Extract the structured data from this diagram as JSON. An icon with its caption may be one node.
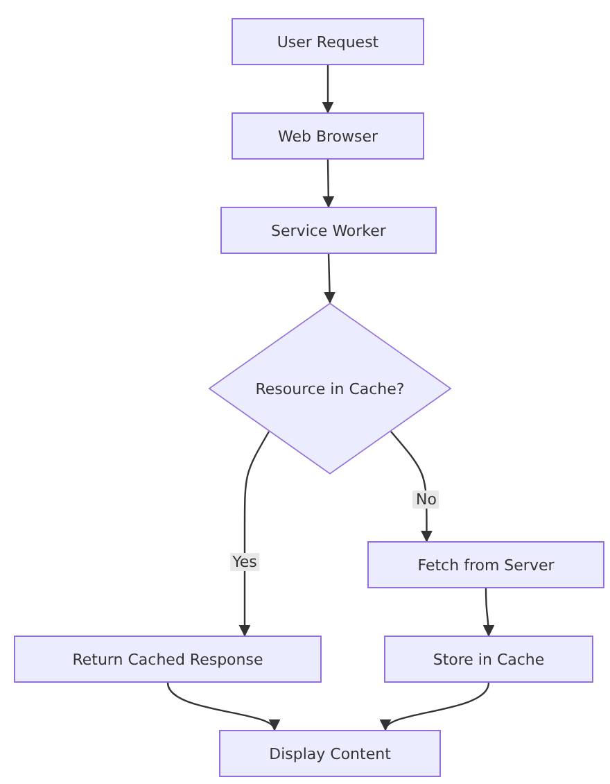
{
  "diagram": {
    "nodes": [
      {
        "text": [
          "User Request"
        ]
      },
      {
        "text": [
          "Web Browser"
        ]
      },
      {
        "text": [
          "Service Worker"
        ]
      },
      {
        "text": [
          "Resource in Cache?"
        ]
      },
      {
        "text": [
          "Fetch from Server"
        ]
      },
      {
        "text": [
          "Return Cached Response"
        ]
      },
      {
        "text": [
          "Store in Cache"
        ]
      },
      {
        "text": [
          "Display Content"
        ]
      }
    ],
    "edges": [
      {
        "from": 0,
        "to": 1,
        "arrow": "to"
      },
      {
        "from": 1,
        "to": 2,
        "arrow": "to"
      },
      {
        "from": 2,
        "to": 3,
        "arrow": "to"
      },
      {
        "from": 3,
        "to": 5,
        "arrow": "to",
        "label": "Yes"
      },
      {
        "from": 3,
        "to": 4,
        "arrow": "to",
        "label": "No"
      },
      {
        "from": 4,
        "to": 6,
        "arrow": "to"
      },
      {
        "from": 5,
        "to": 7,
        "arrow": "to"
      },
      {
        "from": 6,
        "to": 7,
        "arrow": "to"
      }
    ]
  }
}
